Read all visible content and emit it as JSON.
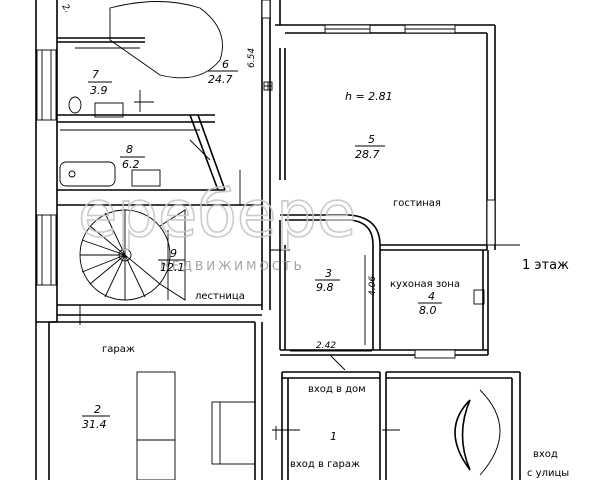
{
  "floor_label": "1 этаж",
  "height_note": "h = 2.81",
  "watermark": {
    "logo_text": "еребере",
    "subtitle": "НЕДВИЖИМОСТЬ"
  },
  "rooms": [
    {
      "id": "1",
      "number": "1",
      "area": "",
      "labels": [
        "вход в дом",
        "вход в гараж"
      ]
    },
    {
      "id": "2",
      "number": "2",
      "area": "31.4",
      "labels": [
        "гараж"
      ]
    },
    {
      "id": "3",
      "number": "3",
      "area": "9.8",
      "labels": []
    },
    {
      "id": "4",
      "number": "4",
      "area": "8.0",
      "labels": [
        "кухоная зона"
      ]
    },
    {
      "id": "5",
      "number": "5",
      "area": "28.7",
      "labels": [
        "гостиная"
      ]
    },
    {
      "id": "6",
      "number": "6",
      "area": "24.7",
      "labels": []
    },
    {
      "id": "7",
      "number": "7",
      "area": "3.9",
      "labels": []
    },
    {
      "id": "8",
      "number": "8",
      "area": "6.2",
      "labels": []
    },
    {
      "id": "9",
      "number": "9",
      "area": "12.1",
      "labels": [
        "лестница"
      ]
    }
  ],
  "extra_labels": {
    "street_entrance_line1": "вход",
    "street_entrance_line2": "с улицы"
  },
  "dimensions": {
    "d1": "6.54",
    "d2": "4.06",
    "d3": "2.42",
    "d4": "2."
  }
}
